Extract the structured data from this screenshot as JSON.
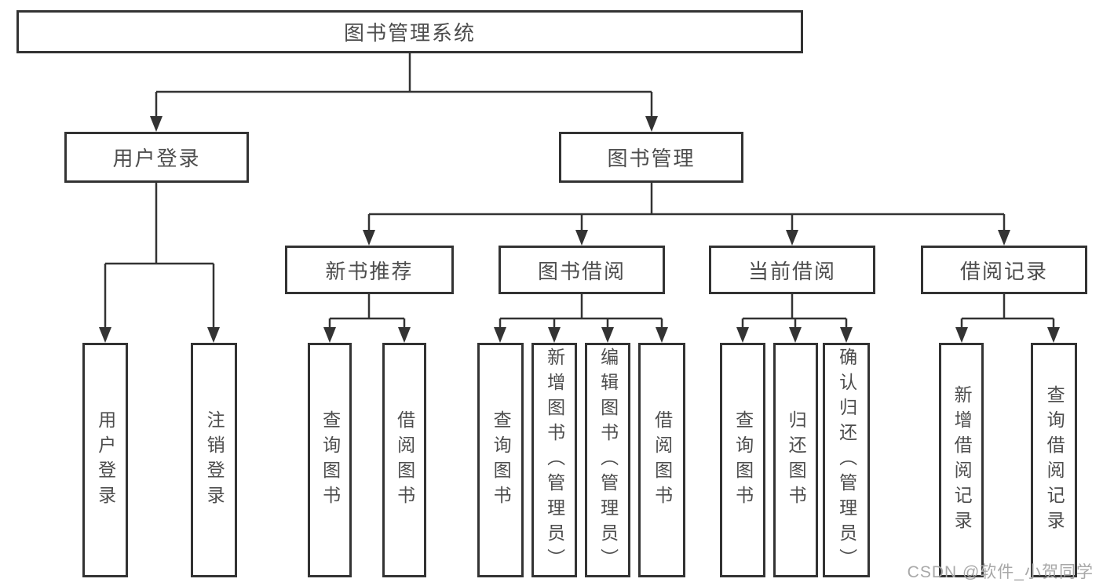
{
  "tree": {
    "root": {
      "label": "图书管理系统"
    },
    "branches": [
      {
        "label": "用户登录",
        "leaves": [
          "用户登录",
          "注销登录"
        ]
      },
      {
        "label": "图书管理",
        "sections": [
          {
            "label": "新书推荐",
            "leaves": [
              "查询图书",
              "借阅图书"
            ]
          },
          {
            "label": "图书借阅",
            "leaves": [
              "查询图书",
              "新增图书（管理员）",
              "编辑图书（管理员）",
              "借阅图书"
            ]
          },
          {
            "label": "当前借阅",
            "leaves": [
              "查询图书",
              "归还图书",
              "确认归还（管理员）"
            ]
          },
          {
            "label": "借阅记录",
            "leaves": [
              "新增借阅记录",
              "查询借阅记录"
            ]
          }
        ]
      }
    ]
  },
  "colors": {
    "line": "#333333",
    "text": "#4d4d4d",
    "watermark": "#a8a8a8",
    "background": "#ffffff"
  },
  "watermark": "CSDN @软件_小贺同学"
}
